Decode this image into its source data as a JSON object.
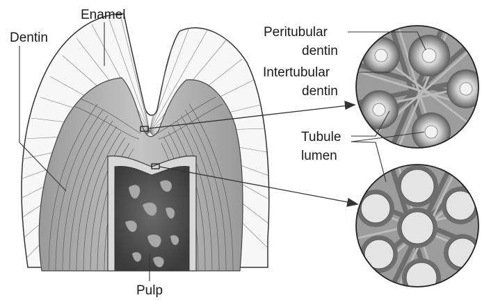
{
  "labels": {
    "enamel": "Enamel",
    "dentin": "Dentin",
    "pulp": "Pulp",
    "peritubular_line1": "Peritubular",
    "peritubular_line2": "dentin",
    "intertubular_line1": "Intertubular",
    "intertubular_line2": "dentin",
    "tubule_line1": "Tubule",
    "tubule_line2": "lumen"
  }
}
